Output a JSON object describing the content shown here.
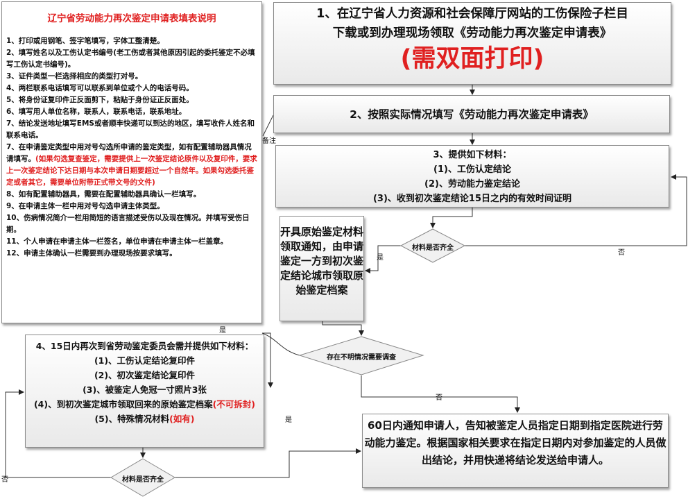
{
  "notes": {
    "title": "辽宁省劳动能力再次鉴定申请表填表说明",
    "items": [
      "1、打印或用钢笔、签字笔填写，字体工整清楚。",
      "2、填写姓名以及工伤认定书编号(老工伤或者其他原因引起的委托鉴定不必填写工伤认定书编号)。",
      "3、证件类型一栏选择相应的类型打对号。",
      "4、两栏联系电话填写可以联系到单位或个人的电话号码。",
      "5、将身份证复印件正反面剪下，粘贴于身份证正反面处。",
      "6、填写用人单位名称，联系人，联系电话，联系地址。",
      "7、结论发送地址填写EMS或者顺丰快递可以到达的地区，填写收件人姓名和联系电话。",
      "7、在申请鉴定类型中用对号勾选所申请的鉴定类型，如有配置辅助器具情况请填写。",
      "8、如有配置辅助器具，需要在配置辅助器具确认一栏填写。",
      "9、在申请主体一栏中用对号勾选申请主体类型。",
      "10、伤病情况简介一栏用简短的语言描述受伤以及现在情况。并填写受伤日期。",
      "11、个人申请在申请主体一栏签名，单位申请在申请主体一栏盖章。",
      "12、申请主体确认一栏需要到办理现场按要求填写。"
    ],
    "item7_red": "(如果勾选复查鉴定，需要提供上一次鉴定结论原件以及复印件，要求上一次鉴定结论下达日期与本次申请日期要超过一个自然年。如果勾选委托鉴定或者其它，需要单位附带正式带文号的文件)"
  },
  "steps": {
    "step1_line1": "1、在辽宁省人力资源和社会保障厅网站的工伤保险子栏目",
    "step1_line2": "下载或到办理现场领取《劳动能力再次鉴定申请表》",
    "step1_emphasis": "(需双面打印)",
    "step2": "2、按照实际情况填写《劳动能力再次鉴定申请表》",
    "step3": [
      "3、提供如下材料：",
      "(1)、工伤认定结论",
      "(2)、劳动能力鉴定结论",
      "(3)、收到初次鉴定结论15日之内的有效时间证明"
    ],
    "original_materials": "开具原始鉴定材料领取通知，由申请鉴定一方到初次鉴定结论城市领取原始鉴定档案",
    "step4": {
      "title": "4、15日内再次到省劳动鉴定委员会需并提供如下材料：",
      "item1": "(1)、工伤认定结论复印件",
      "item2": "(2)、初次鉴定结论复印件",
      "item3": "(3)、被鉴定人免冠一寸照片3张",
      "item4": "(4)、到初次鉴定城市领取回来的原始鉴定档案",
      "item4_red": "(不可拆封)",
      "item5": "(5)、特殊情况材料",
      "item5_red": "(如有)"
    },
    "final": "60日内通知申请人，告知被鉴定人员指定日期到指定医院进行劳动能力鉴定。根据国家相关要求在指定日期内对参加鉴定的人员做出结论，并用快递将结论发送给申请人。"
  },
  "decisions": {
    "materials_complete": "材料是否齐全",
    "unclear_investigation": "存在不明情况需要调查",
    "materials_complete_2": "材料是否齐全"
  },
  "edge_labels": {
    "note": "备注",
    "yes": "是",
    "no": "否"
  }
}
